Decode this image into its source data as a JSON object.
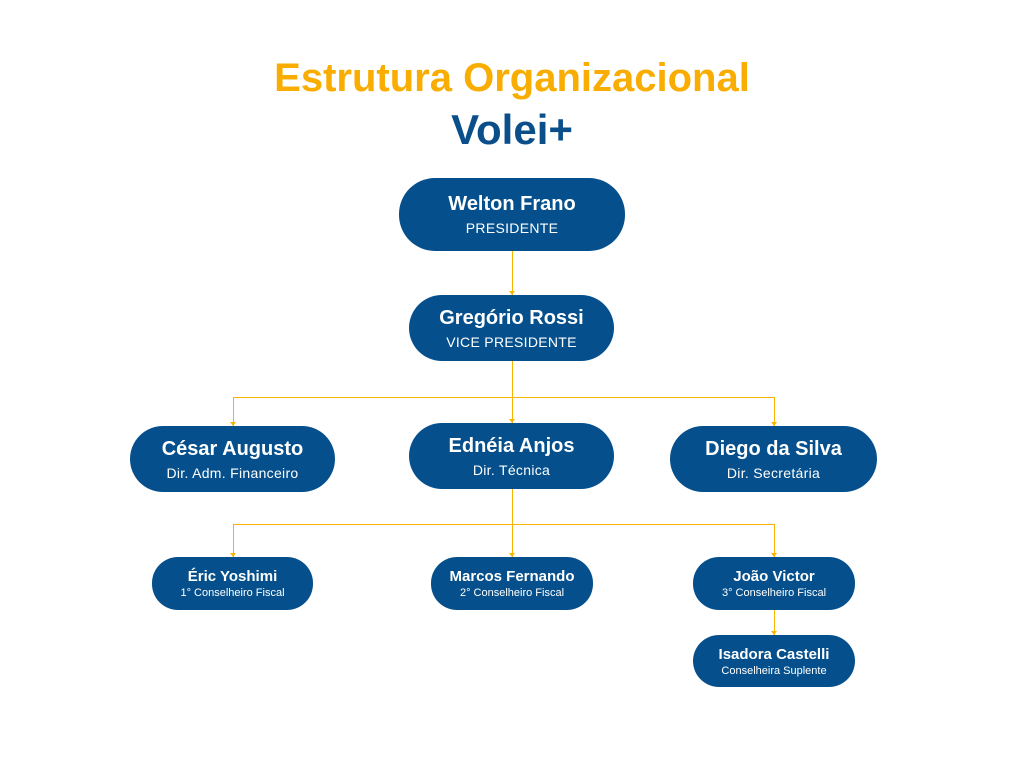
{
  "title": "Estrutura Organizacional",
  "subtitle": "Volei+",
  "colors": {
    "title": "#f8ad00",
    "subtitle": "#0b4f8a",
    "node": "#05508c",
    "connector": "#f8b400"
  },
  "nodes": [
    {
      "name": "Welton Frano",
      "role": "PRESIDENTE"
    },
    {
      "name": "Gregório Rossi",
      "role": "VICE PRESIDENTE"
    },
    {
      "name": "César Augusto",
      "role": "Dir. Adm. Financeiro"
    },
    {
      "name": "Ednéia Anjos",
      "role": "Dir. Técnica"
    },
    {
      "name": "Diego da Silva",
      "role": "Dir. Secretária"
    },
    {
      "name": "Éric Yoshimi",
      "role": "1° Conselheiro Fiscal"
    },
    {
      "name": "Marcos Fernando",
      "role": "2° Conselheiro Fiscal"
    },
    {
      "name": "João Victor",
      "role": "3° Conselheiro Fiscal"
    },
    {
      "name": "Isadora Castelli",
      "role": "Conselheira Suplente"
    }
  ]
}
